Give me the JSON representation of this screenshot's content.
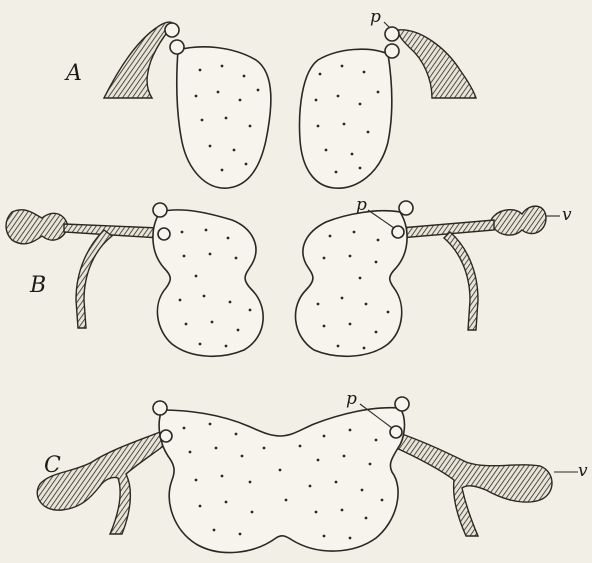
{
  "figure": {
    "labels": {
      "panel_a": "A",
      "panel_b": "B",
      "panel_c": "C",
      "p_a": "p",
      "p_b": "p",
      "p_c": "p",
      "v_b": "v",
      "v_c": "v"
    }
  }
}
